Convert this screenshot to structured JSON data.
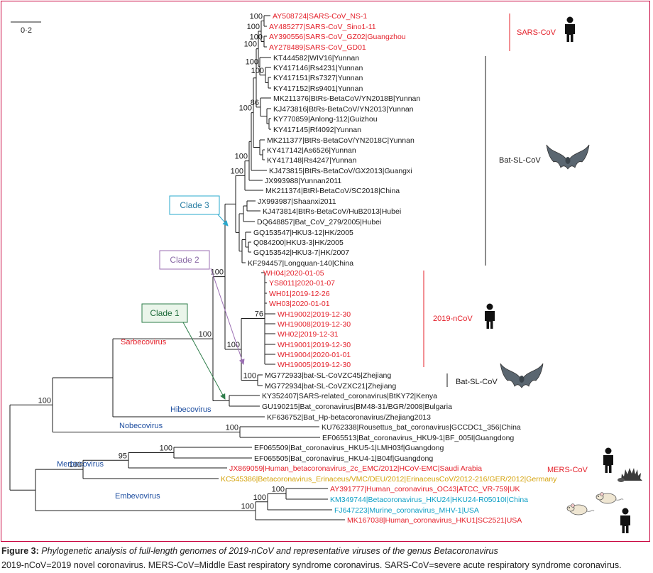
{
  "scale_bar_label": "0·2",
  "colors": {
    "red": "#e4202a",
    "black": "#1a1a1a",
    "blue": "#1e4ea0",
    "gold": "#d4a20a",
    "cyan": "#0d9ec4",
    "clade3_box": "#2aa8cc",
    "clade2_box": "#9b6fb3",
    "clade1_box": "#2e7d4a",
    "frame": "#c8003c"
  },
  "taxa": [
    {
      "label": "AY508724|SARS-CoV_NS-1",
      "color": "red"
    },
    {
      "label": "AY485277|SARS-CoV_Sino1-11",
      "color": "red"
    },
    {
      "label": "AY390556|SARS-CoV_GZ02|Guangzhou",
      "color": "red"
    },
    {
      "label": "AY278489|SARS-CoV_GD01",
      "color": "red"
    },
    {
      "label": "KT444582|WIV16|Yunnan",
      "color": "black"
    },
    {
      "label": "KY417146|Rs4231|Yunnan",
      "color": "black"
    },
    {
      "label": "KY417151|Rs7327|Yunnan",
      "color": "black"
    },
    {
      "label": "KY417152|Rs9401|Yunnan",
      "color": "black"
    },
    {
      "label": "MK211376|BtRs-BetaCoV/YN2018B|Yunnan",
      "color": "black"
    },
    {
      "label": "KJ473816|BtRs-BetaCoV/YN2013|Yunnan",
      "color": "black"
    },
    {
      "label": "KY770859|Anlong-112|Guizhou",
      "color": "black"
    },
    {
      "label": "KY417145|Rf4092|Yunnan",
      "color": "black"
    },
    {
      "label": "MK211377|BtRs-BetaCoV/YN2018C|Yunnan",
      "color": "black"
    },
    {
      "label": "KY417142|As6526|Yunnan",
      "color": "black"
    },
    {
      "label": "KY417148|Rs4247|Yunnan",
      "color": "black"
    },
    {
      "label": "KJ473815|BtRs-BetaCoV/GX2013|Guangxi",
      "color": "black"
    },
    {
      "label": "JX993988|Yunnan2011",
      "color": "black"
    },
    {
      "label": "MK211374|BtRl-BetaCoV/SC2018|China",
      "color": "black"
    },
    {
      "label": "JX993987|Shaanxi2011",
      "color": "black"
    },
    {
      "label": "KJ473814|BtRs-BetaCoV/HuB2013|Hubei",
      "color": "black"
    },
    {
      "label": "DQ648857|Bat_CoV_279/2005|Hubei",
      "color": "black"
    },
    {
      "label": "GQ153547|HKU3-12|HK/2005",
      "color": "black"
    },
    {
      "label": "Q084200|HKU3-3|HK/2005",
      "color": "black"
    },
    {
      "label": "GQ153542|HKU3-7|HK/2007",
      "color": "black"
    },
    {
      "label": "KF294457|Longquan-140|China",
      "color": "black"
    },
    {
      "label": "WH04|2020-01-05",
      "color": "red"
    },
    {
      "label": "YS8011|2020-01-07",
      "color": "red"
    },
    {
      "label": "WH01|2019-12-26",
      "color": "red"
    },
    {
      "label": "WH03|2020-01-01",
      "color": "red"
    },
    {
      "label": "WH19002|2019-12-30",
      "color": "red"
    },
    {
      "label": "WH19008|2019-12-30",
      "color": "red"
    },
    {
      "label": "WH02|2019-12-31",
      "color": "red"
    },
    {
      "label": "WH19001|2019-12-30",
      "color": "red"
    },
    {
      "label": "WH19004|2020-01-01",
      "color": "red"
    },
    {
      "label": "WH19005|2019-12-30",
      "color": "red"
    },
    {
      "label": "MG772933|bat-SL-CoVZC45|Zhejiang",
      "color": "black"
    },
    {
      "label": "MG772934|bat-SL-CoVZXC21|Zhejiang",
      "color": "black"
    },
    {
      "label": "KY352407|SARS-related_coronavirus|BtKY72|Kenya",
      "color": "black"
    },
    {
      "label": "GU190215|Bat_coronavirus|BM48-31/BGR/2008|Bulgaria",
      "color": "black"
    },
    {
      "label": "KF636752|Bat_Hp-betacoronavirus/Zhejiang2013",
      "color": "black"
    },
    {
      "label": "KU762338|Rousettus_bat_coronavirus|GCCDC1_356|China",
      "color": "black"
    },
    {
      "label": "EF065513|Bat_coronavirus_HKU9-1|BF_005I|Guangdong",
      "color": "black"
    },
    {
      "label": "EF065509|Bat_coronavirus_HKU5-1|LMH03f|Guangdong",
      "color": "black"
    },
    {
      "label": "EF065505|Bat_coronavirus_HKU4-1|B04f|Guangdong",
      "color": "black"
    },
    {
      "label": "JX869059|Human_betacoronavirus_2c_EMC/2012|HCoV-EMC|Saudi Arabia",
      "color": "red"
    },
    {
      "label": "KC545386|Betacoronavirus_Erinaceus/VMC/DEU/2012|ErinaceusCoV/2012-216/GER/2012|Germany",
      "color": "gold"
    },
    {
      "label": "AY391777|Human_coronavirus_OC43|ATCC_VR-759|UK",
      "color": "red"
    },
    {
      "label": "KM349744|Betacoronavirus_HKU24|HKU24-R05010I|China",
      "color": "cyan"
    },
    {
      "label": "FJ647223|Murine_coronavirus_MHV-1|USA",
      "color": "cyan"
    },
    {
      "label": "MK167038|Human_coronavirus_HKU1|SC2521|USA",
      "color": "red"
    }
  ],
  "bootstrap_values": [
    "100",
    "100",
    "100",
    "100",
    "100",
    "100",
    "86",
    "100",
    "100",
    "100",
    "100",
    "76",
    "100",
    "100",
    "100",
    "100",
    "100",
    "100",
    "95",
    "100",
    "100",
    "100",
    "100"
  ],
  "groups": [
    {
      "name": "SARS-CoV",
      "color": "red",
      "icons": [
        "human-icon"
      ]
    },
    {
      "name": "Bat-SL-CoV",
      "color": "black",
      "icons": [
        "bat-icon"
      ]
    },
    {
      "name": "2019-nCoV",
      "color": "red",
      "icons": [
        "human-icon"
      ]
    },
    {
      "name": "Bat-SL-CoV",
      "color": "black",
      "icons": [
        "bat-icon"
      ]
    },
    {
      "name": "MERS-CoV",
      "color": "red",
      "icons": [
        "human-icon",
        "hedgehog-icon"
      ]
    }
  ],
  "embecovirus_icons": [
    "rat-icon",
    "mouse-icon",
    "human-icon"
  ],
  "subgenera": [
    "Sarbecovirus",
    "Hibecovirus",
    "Nobecovirus",
    "Merbecovirus",
    "Embevovirus"
  ],
  "clades": [
    "Clade 3",
    "Clade 2",
    "Clade 1"
  ],
  "caption": {
    "figure_label": "Figure 3:",
    "title": " Phylogenetic analysis of full-length genomes of 2019-nCoV and representative viruses of the genus Betacoronavirus",
    "abbreviations": "2019-nCoV=2019 novel coronavirus. MERS-CoV=Middle East respiratory syndrome coronavirus. SARS-CoV=severe acute respiratory syndrome coronavirus."
  }
}
